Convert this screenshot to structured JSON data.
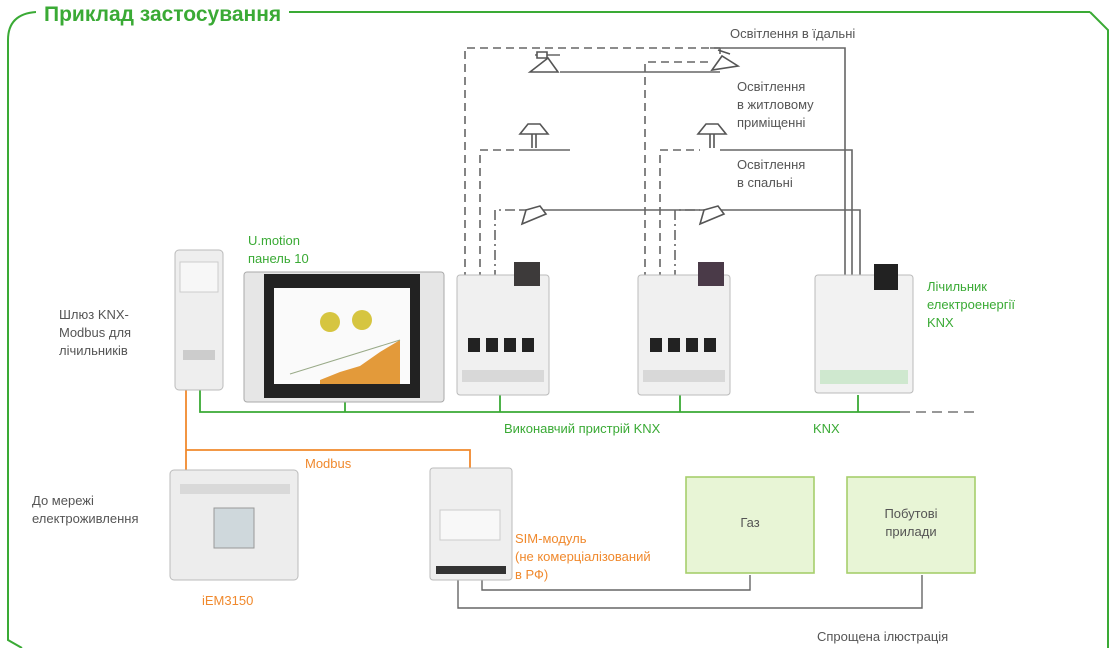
{
  "title": "Приклад застосування",
  "labels": {
    "lighting_dining": "Освітлення в їдальні",
    "lighting_living_1": "Освітлення",
    "lighting_living_2": "в житловому",
    "lighting_living_3": "приміщенні",
    "lighting_bedroom_1": "Освітлення",
    "lighting_bedroom_2": "в спальні",
    "umotion_1": "U.motion",
    "umotion_2": "панель 10",
    "gateway_1": "Шлюз KNX-",
    "gateway_2": "Modbus для",
    "gateway_3": "лічильників",
    "meter_1": "Лічильник",
    "meter_2": "електроенергії",
    "meter_3": "KNX",
    "actuator": "Виконавчий пристрій KNX",
    "knx": "KNX",
    "modbus": "Modbus",
    "mains_1": "До мережі",
    "mains_2": "електроживлення",
    "sim_1": "SIM-модуль",
    "sim_2": "(не комерціалізований",
    "sim_3": "в РФ)",
    "iem": "iEM3150",
    "gas": "Газ",
    "appliances_1": "Побутові",
    "appliances_2": "прилади",
    "simplified": "Спрощена ілюстрація"
  },
  "colors": {
    "green": "#3aaa35",
    "orange": "#f0892d",
    "gray_text": "#555555",
    "box_fill": "#e8f5d6",
    "box_border": "#a6cf6c"
  }
}
